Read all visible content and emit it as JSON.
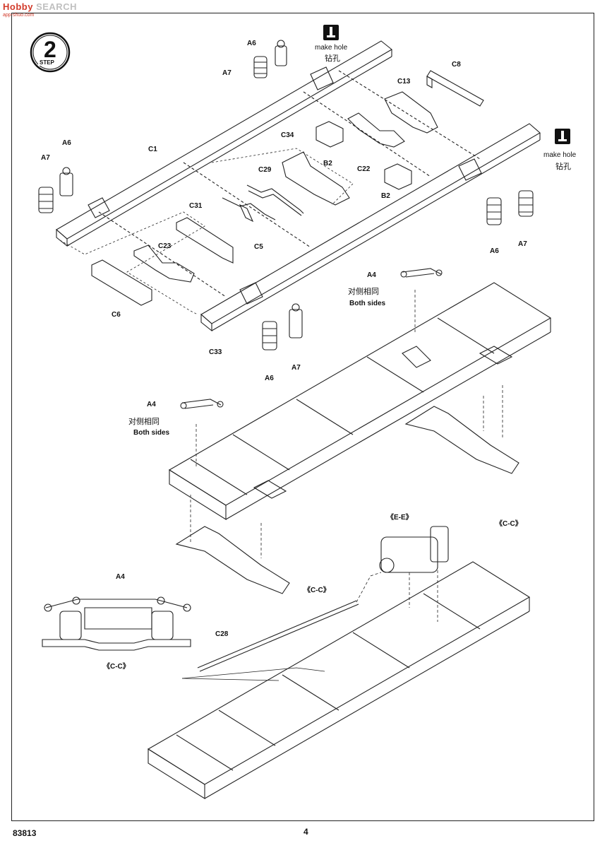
{
  "watermark": {
    "brand_a": "Hobby",
    "brand_b": "SEARCH",
    "sub": "app-shuo.com"
  },
  "step": {
    "number": "2",
    "word": "STEP"
  },
  "labels": {
    "a6_top": "A6",
    "a7_top": "A7",
    "make_hole_1": "make hole",
    "drill_cn_1": "钻孔",
    "c8": "C8",
    "c13": "C13",
    "make_hole_2": "make hole",
    "drill_cn_2": "钻孔",
    "a7_left": "A7",
    "a6_left": "A6",
    "c1": "C1",
    "c34": "C34",
    "b2_a": "B2",
    "c22": "C22",
    "c29": "C29",
    "b2_b": "B2",
    "c31": "C31",
    "c5": "C5",
    "c23": "C23",
    "c6": "C6",
    "c33": "C33",
    "a6_bottom": "A6",
    "a7_bottom": "A7",
    "a6_right": "A6",
    "a7_right": "A7",
    "a4_1": "A4",
    "same_cn_1": "对侧相同",
    "both_1": "Both sides",
    "a4_2": "A4",
    "same_cn_2": "对侧相同",
    "both_2": "Both sides",
    "cc_1": "《C-C》",
    "cc_2": "《C-C》",
    "ee": "《E-E》",
    "a4_3": "A4",
    "cc_3": "《C-C》",
    "c28": "C28"
  },
  "footer": {
    "code": "83813",
    "page": "4"
  }
}
